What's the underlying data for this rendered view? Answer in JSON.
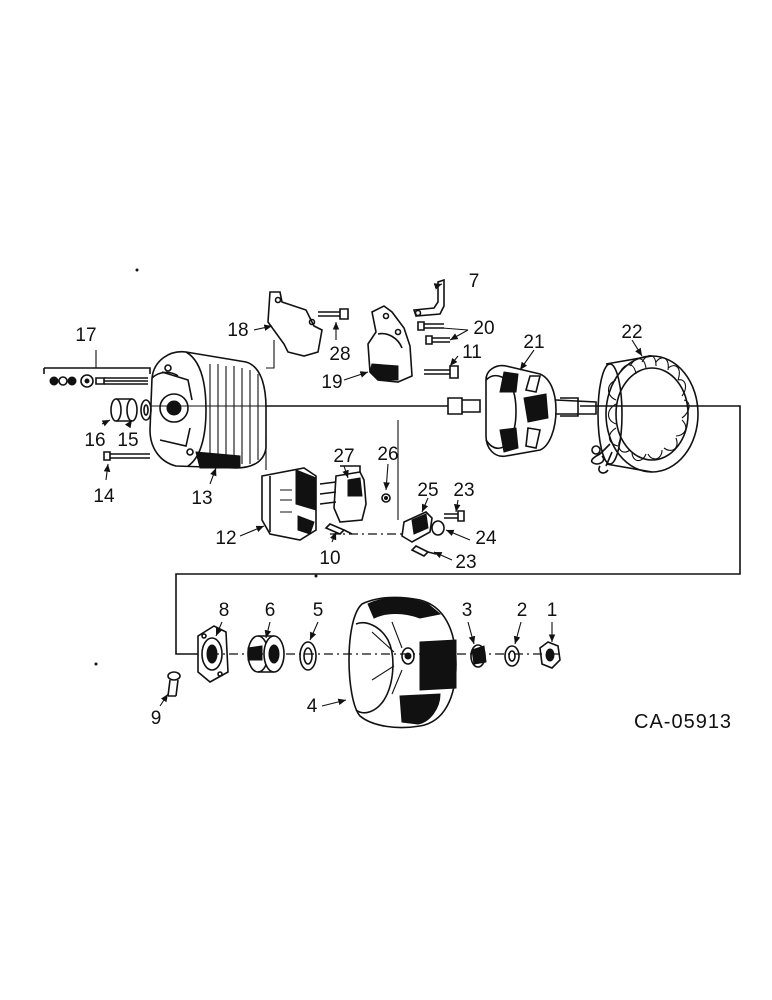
{
  "drawing_code": "CA-05913",
  "part_labels": {
    "p1": "1",
    "p2": "2",
    "p3": "3",
    "p4": "4",
    "p5": "5",
    "p6": "6",
    "p7": "7",
    "p8": "8",
    "p9": "9",
    "p10": "10",
    "p11": "11",
    "p12": "12",
    "p13": "13",
    "p14": "14",
    "p15": "15",
    "p16": "16",
    "p17": "17",
    "p18": "18",
    "p19": "19",
    "p20": "20",
    "p21": "21",
    "p22": "22",
    "p23a": "23",
    "p23b": "23",
    "p24": "24",
    "p25": "25",
    "p26": "26",
    "p27": "27",
    "p28": "28"
  }
}
